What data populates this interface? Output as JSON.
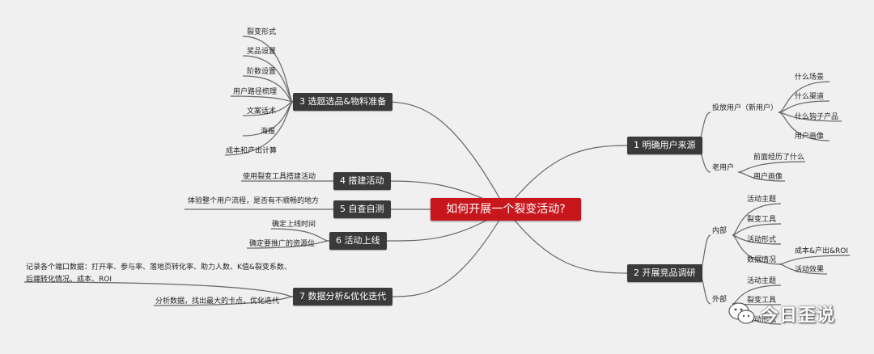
{
  "root": {
    "label": "如何开展一个裂变活动?"
  },
  "branches": {
    "b1": {
      "label": "1 明确用户来源",
      "new_users": {
        "label": "投放用户（新用户）",
        "items": [
          "什么场景",
          "什么渠道",
          "什么钩子产品",
          "用户画像"
        ]
      },
      "old_users": {
        "label": "老用户",
        "items": [
          "前面经历了什么",
          "用户画像"
        ]
      }
    },
    "b2": {
      "label": "2 开展竞品调研",
      "internal": {
        "label": "内部",
        "items": [
          "活动主题",
          "裂变工具",
          "活动形式",
          "数据情况"
        ],
        "data_children": [
          "成本&产出&ROI",
          "活动效果"
        ]
      },
      "external": {
        "label": "外部",
        "items": [
          "活动主题",
          "裂变工具",
          "活动形式"
        ]
      }
    },
    "b3": {
      "label": "3 选题选品&物料准备",
      "items": [
        "裂变形式",
        "奖品设置",
        "阶数设置",
        "用户路径梳理",
        "文案话术",
        "海报",
        "成本和产出计算"
      ]
    },
    "b4": {
      "label": "4 搭建活动",
      "items": [
        "使用裂变工具搭建活动"
      ]
    },
    "b5": {
      "label": "5 自查自测",
      "items": [
        "体验整个用户流程，是否有不顺畅的地方"
      ]
    },
    "b6": {
      "label": "6 活动上线",
      "items": [
        "确定上线时间",
        "确定要推广的资源位"
      ]
    },
    "b7": {
      "label": "7 数据分析&优化迭代",
      "items": [
        "记录各个端口数据：打开率、参与率、落地页转化率、助力人数、K值&裂变系数、后端转化情况、成本、ROI",
        "分析数据，找出最大的卡点，优化迭代"
      ]
    }
  },
  "watermark": {
    "text": "今日歪说",
    "icon": "wechat-icon"
  },
  "colors": {
    "root": "#c8161d",
    "branch": "#3a3a3a",
    "line": "#666666",
    "background": "#f0f0f0"
  }
}
